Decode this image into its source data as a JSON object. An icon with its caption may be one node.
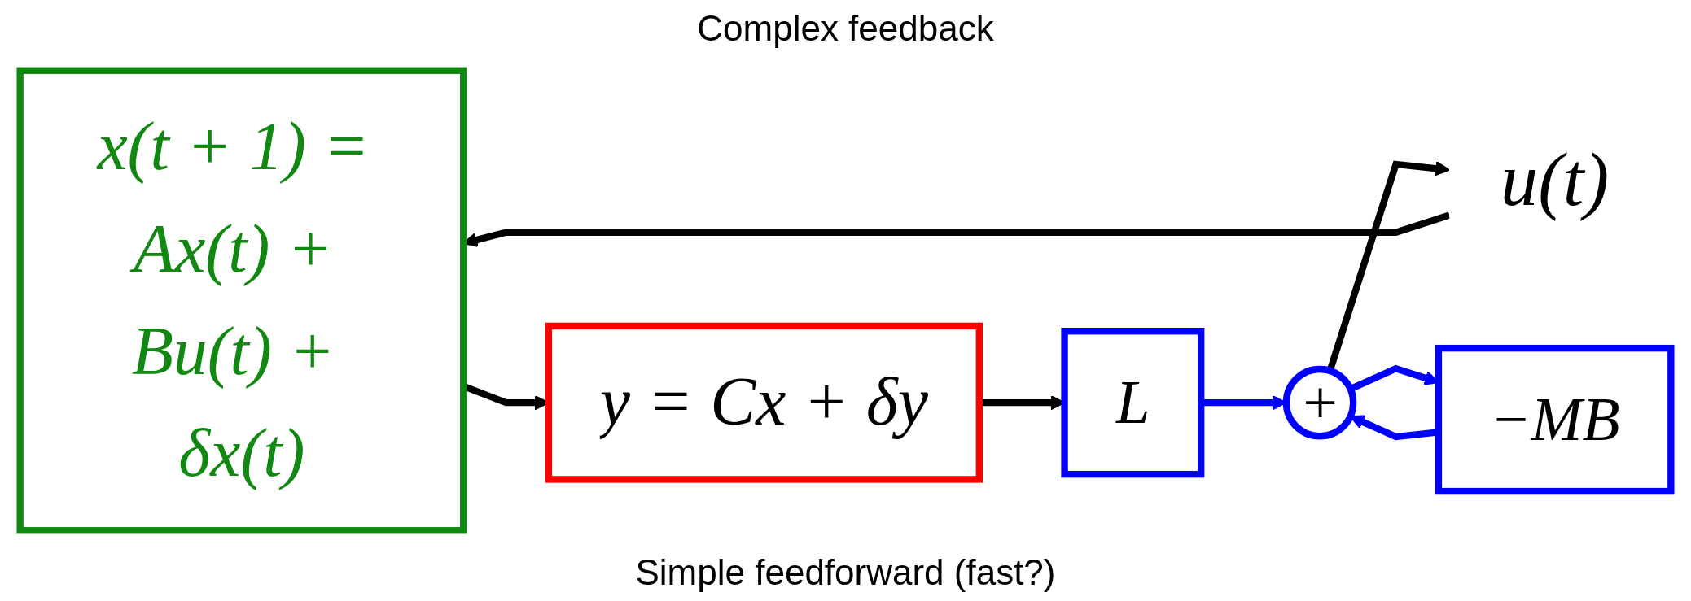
{
  "diagram": {
    "nodes": [
      {
        "text": [
          "x(t + 1) = Ax(t) + Bu(t) + δx(t)"
        ]
      },
      {
        "text": [
          "y = Cx + δy"
        ]
      },
      {
        "text": [
          "L"
        ]
      },
      {
        "text": [
          "+"
        ]
      },
      {
        "text": [
          "−MB"
        ]
      },
      {
        "text": [
          "u(t)"
        ]
      }
    ],
    "edges": [
      {
        "from": 5,
        "to": 0,
        "arrow": "to"
      },
      {
        "from": 0,
        "to": 1,
        "arrow": "to"
      },
      {
        "from": 1,
        "to": 2,
        "arrow": "to"
      },
      {
        "from": 2,
        "to": 3,
        "arrow": "to",
        "color": "#0000ff"
      },
      {
        "from": 3,
        "to": 5,
        "arrow": "to"
      },
      {
        "from": 3,
        "to": 4,
        "arrow": "to",
        "color": "#0000ff"
      },
      {
        "from": 4,
        "to": 3,
        "arrow": "to",
        "color": "#0000ff"
      }
    ],
    "labels": [
      "Complex feedback",
      "Simple feedforward (fast?)"
    ]
  }
}
